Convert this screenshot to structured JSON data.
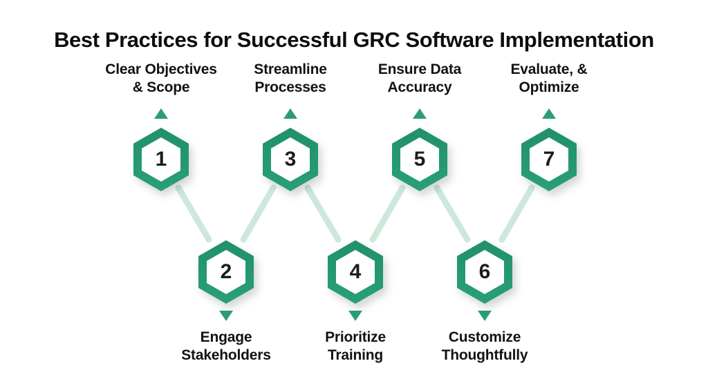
{
  "title": "Best Practices for Successful GRC Software Implementation",
  "colors": {
    "accent_green": "#259b72",
    "connector_light_green": "#cde8da",
    "hexagon_inner": "#ffffff",
    "text_dark": "#0d0d0d",
    "background": "#ffffff"
  },
  "steps": [
    {
      "number": "1",
      "label": "Clear Objectives\n& Scope",
      "row": "top"
    },
    {
      "number": "2",
      "label": "Engage\nStakeholders",
      "row": "bottom"
    },
    {
      "number": "3",
      "label": "Streamline\nProcesses",
      "row": "top"
    },
    {
      "number": "4",
      "label": "Prioritize\nTraining",
      "row": "bottom"
    },
    {
      "number": "5",
      "label": "Ensure Data\nAccuracy",
      "row": "top"
    },
    {
      "number": "6",
      "label": "Customize\nThoughtfully",
      "row": "bottom"
    },
    {
      "number": "7",
      "label": "Evaluate, &\nOptimize",
      "row": "top"
    }
  ]
}
